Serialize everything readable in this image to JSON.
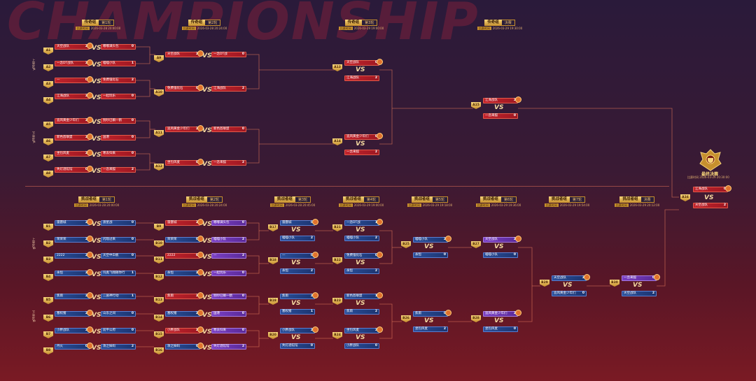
{
  "background_title": "CHAMPIONSHIP",
  "colors": {
    "red_team": "#c2232c",
    "blue_team": "#2a4f9a",
    "purple_team": "#7a3fc4",
    "gold": "#f7d57a"
  },
  "time_label": "比赛时间",
  "vs": "VS",
  "upper_side": [
    "上半区A",
    "下半区A"
  ],
  "lower_side": [
    "上半区B",
    "下半区B"
  ],
  "upper_headers": [
    {
      "t1": "传奇组",
      "t2": "第1轮",
      "time": "2026-03-28 20:00:00"
    },
    {
      "t1": "传奇组",
      "t2": "第2轮",
      "time": "2026-03-28 20:24:00"
    },
    {
      "t1": "传奇组",
      "t2": "第3轮",
      "time": "2026-03-29 19:00:00"
    },
    {
      "t1": "传奇组",
      "t2": "决赛",
      "time": "2026-03-29 19:30:00"
    }
  ],
  "lower_headers": [
    {
      "t1": "挑战者组",
      "t2": "第1轮",
      "time": "2026-03-28 20:00:00"
    },
    {
      "t1": "挑战者组",
      "t2": "第2轮",
      "time": "2026-03-28 20:24:00"
    },
    {
      "t1": "挑战者组",
      "t2": "第3轮",
      "time": "2026-03-28 20:45:00"
    },
    {
      "t1": "挑战者组",
      "t2": "第4轮",
      "time": "2026-03-29 19:00:00"
    },
    {
      "t1": "挑战者组",
      "t2": "第5轮",
      "time": "2026-03-29 19:18:00"
    },
    {
      "t1": "挑战者组",
      "t2": "第6轮",
      "time": "2026-03-29 19:36:00"
    },
    {
      "t1": "挑战者组",
      "t2": "第7轮",
      "time": "2026-03-29 19:54:00"
    },
    {
      "t1": "挑战者组",
      "t2": "决赛",
      "time": "2026-03-29 20:12:00"
    }
  ],
  "final": {
    "label": "最终决赛",
    "time": "2026-03-29 20:30:00",
    "badge": "A16",
    "teams": [
      {
        "name": "江海战队",
        "score": "0",
        "color": "red"
      },
      {
        "name": "天空战队",
        "score": "2",
        "color": "red"
      }
    ]
  },
  "upper_r1": [
    {
      "badge": "A1",
      "a": {
        "name": "天空战队",
        "score": "2"
      },
      "b": {
        "name": "嘟嘟满头包",
        "score": "0"
      }
    },
    {
      "badge": "A2",
      "a": {
        "name": "一念DT战队",
        "score": "2"
      },
      "b": {
        "name": "喵喵小队",
        "score": "1"
      }
    },
    {
      "badge": "A3",
      "a": {
        "name": "—",
        "score": "0"
      },
      "b": {
        "name": "免费强化石",
        "score": "2"
      }
    },
    {
      "badge": "A4",
      "a": {
        "name": "江海战队",
        "score": "2"
      },
      "b": {
        "name": "一起玩乐",
        "score": "0"
      }
    },
    {
      "badge": "A5",
      "a": {
        "name": "追风黄金少年们",
        "score": "2"
      },
      "b": {
        "name": "别吵已躺一鹤",
        "score": "0"
      }
    },
    {
      "badge": "A6",
      "a": {
        "name": "新色酋联盟",
        "score": "2"
      },
      "b": {
        "name": "国港",
        "score": "0"
      }
    },
    {
      "badge": "A7",
      "a": {
        "name": "坐包风麦",
        "score": "2"
      },
      "b": {
        "name": "寒去归来",
        "score": "0"
      }
    },
    {
      "badge": "A8",
      "a": {
        "name": "失灯酒馆馆",
        "score": "0"
      },
      "b": {
        "name": "一念来狐",
        "score": "2"
      }
    }
  ],
  "upper_r2": [
    {
      "badge": "A9",
      "a": {
        "name": "天空战队",
        "score": "2"
      },
      "b": {
        "name": "一念DT战",
        "score": "0"
      }
    },
    {
      "badge": "A10",
      "a": {
        "name": "免费强化石",
        "score": "0"
      },
      "b": {
        "name": "江海战队",
        "score": "2"
      }
    },
    {
      "badge": "A11",
      "a": {
        "name": "追风黄金少年们",
        "score": "2"
      },
      "b": {
        "name": "新色酋联盟",
        "score": "0"
      }
    },
    {
      "badge": "A12",
      "a": {
        "name": "坐包风麦",
        "score": "0"
      },
      "b": {
        "name": "一念来狐",
        "score": "2"
      }
    }
  ],
  "upper_r3": [
    {
      "badge": "A13",
      "a": {
        "name": "天空战队",
        "score": "0"
      },
      "b": {
        "name": "江海战队",
        "score": "2"
      }
    },
    {
      "badge": "A14",
      "a": {
        "name": "追风黄金少年们",
        "score": "0"
      },
      "b": {
        "name": "一念来狐",
        "score": "2"
      }
    }
  ],
  "upper_r4": [
    {
      "badge": "A15",
      "a": {
        "name": "江海战队",
        "score": "2"
      },
      "b": {
        "name": "一念来狐",
        "score": "0"
      }
    }
  ],
  "lower_r1": [
    {
      "badge": "B1",
      "a": {
        "name": "雷霆城",
        "score": "2"
      },
      "b": {
        "name": "渡星战",
        "score": "0"
      }
    },
    {
      "badge": "B2",
      "a": {
        "name": "荣荣荣",
        "score": "2"
      },
      "b": {
        "name": "闪现过来",
        "score": "0"
      }
    },
    {
      "badge": "B3",
      "a": {
        "name": "2222",
        "score": "2"
      },
      "b": {
        "name": "天空中白板",
        "score": "0"
      }
    },
    {
      "badge": "B4",
      "a": {
        "name": "永恒",
        "score": "2"
      },
      "b": {
        "name": "玛奥飞翔随你行",
        "score": "1"
      }
    },
    {
      "badge": "B5",
      "a": {
        "name": "焦雨",
        "score": "2"
      },
      "b": {
        "name": "二族神行动",
        "score": "1"
      }
    },
    {
      "badge": "B6",
      "a": {
        "name": "塞权猪",
        "score": "2"
      },
      "b": {
        "name": "山东之间",
        "score": "0"
      }
    },
    {
      "badge": "B7",
      "a": {
        "name": "小胖战队",
        "score": "2"
      },
      "b": {
        "name": "前平公府",
        "score": "0"
      }
    },
    {
      "badge": "B8",
      "a": {
        "name": "丹火",
        "score": "0"
      },
      "b": {
        "name": "攻之妹码",
        "score": "2"
      }
    }
  ],
  "lower_r2": [
    {
      "badge": "B9",
      "a": {
        "name": "雷霆城",
        "score": "2"
      },
      "b": {
        "name": "嘟嘟满头包",
        "score": "0"
      }
    },
    {
      "badge": "B10",
      "a": {
        "name": "荣荣荣",
        "score": "0"
      },
      "b": {
        "name": "喵喵小队",
        "score": "2"
      }
    },
    {
      "badge": "B11",
      "a": {
        "name": "2222",
        "score": "0"
      },
      "b": {
        "name": "—",
        "score": "2"
      }
    },
    {
      "badge": "B12",
      "a": {
        "name": "永恒",
        "score": "2"
      },
      "b": {
        "name": "一起玩乐",
        "score": "0"
      }
    },
    {
      "badge": "B13",
      "a": {
        "name": "焦雨",
        "score": "2"
      },
      "b": {
        "name": "别吵已躺一鹤",
        "score": "0"
      }
    },
    {
      "badge": "B14",
      "a": {
        "name": "塞权猪",
        "score": "2"
      },
      "b": {
        "name": "国港",
        "score": "0"
      }
    },
    {
      "badge": "B15",
      "a": {
        "name": "小胖战队",
        "score": "2"
      },
      "b": {
        "name": "寒去归来",
        "score": "0"
      }
    },
    {
      "badge": "B16",
      "a": {
        "name": "攻之妹码",
        "score": "0"
      },
      "b": {
        "name": "失灯酒馆馆",
        "score": "2"
      }
    }
  ],
  "lower_r3": [
    {
      "badge": "B17",
      "a": {
        "name": "雷霆城",
        "score": "0"
      },
      "b": {
        "name": "喵喵小队",
        "score": "2"
      }
    },
    {
      "badge": "B18",
      "a": {
        "name": "—",
        "score": "0"
      },
      "b": {
        "name": "永恒",
        "score": "2"
      }
    },
    {
      "badge": "B19",
      "a": {
        "name": "焦雨",
        "score": "2"
      },
      "b": {
        "name": "塞权猪",
        "score": "1"
      }
    },
    {
      "badge": "B20",
      "a": {
        "name": "小胖战队",
        "score": "2"
      },
      "b": {
        "name": "失灯酒馆馆",
        "score": "0"
      }
    }
  ],
  "lower_r4": [
    {
      "badge": "B21",
      "a": {
        "name": "一念DT战",
        "score": "1"
      },
      "b": {
        "name": "喵喵小队",
        "score": "2"
      }
    },
    {
      "badge": "B22",
      "a": {
        "name": "免费强化石",
        "score": "0"
      },
      "b": {
        "name": "永恒",
        "score": "2"
      }
    },
    {
      "badge": "B23",
      "a": {
        "name": "新色酋联盟",
        "score": "1"
      },
      "b": {
        "name": "焦雨",
        "score": "2"
      }
    },
    {
      "badge": "B24",
      "a": {
        "name": "坐包风麦",
        "score": "2"
      },
      "b": {
        "name": "小胖战队",
        "score": "0"
      }
    }
  ],
  "lower_r5": [
    {
      "badge": "B25",
      "a": {
        "name": "喵喵小队",
        "score": "2"
      },
      "b": {
        "name": "永恒",
        "score": "0"
      }
    },
    {
      "badge": "B26",
      "a": {
        "name": "焦雨",
        "score": "0"
      },
      "b": {
        "name": "坐包风麦",
        "score": "2"
      }
    }
  ],
  "lower_r6": [
    {
      "badge": "B27",
      "a": {
        "name": "天空战队",
        "score": "2"
      },
      "b": {
        "name": "喵喵小队",
        "score": "0"
      }
    },
    {
      "badge": "B28",
      "a": {
        "name": "追风黄金少年们",
        "score": "2"
      },
      "b": {
        "name": "坐包风麦",
        "score": "0"
      }
    }
  ],
  "lower_r7": [
    {
      "badge": "B29",
      "a": {
        "name": "天空战队",
        "score": "2"
      },
      "b": {
        "name": "追风黄金少年们",
        "score": "0"
      }
    }
  ],
  "lower_r8": [
    {
      "badge": "B30",
      "a": {
        "name": "一念来狐",
        "score": "0"
      },
      "b": {
        "name": "天空战队",
        "score": "2"
      }
    }
  ]
}
